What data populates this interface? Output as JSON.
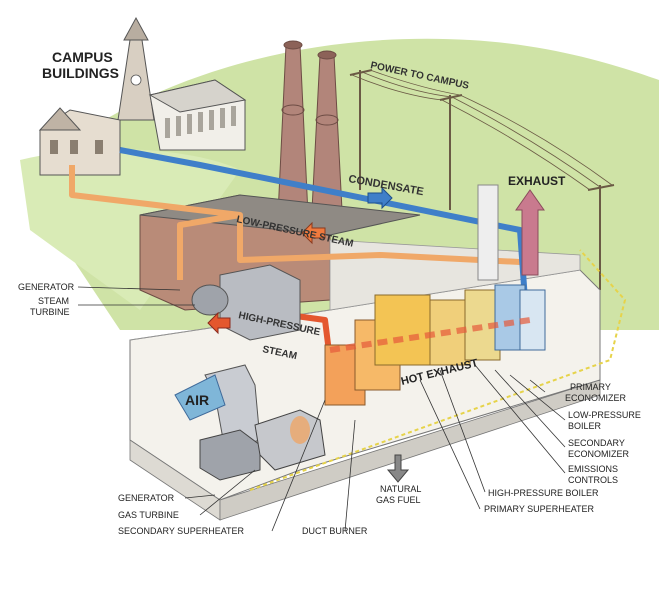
{
  "labels": {
    "campus_buildings_1": "CAMPUS",
    "campus_buildings_2": "BUILDINGS",
    "power_to_campus": "POWER TO CAMPUS",
    "condensate": "CONDENSATE",
    "exhaust": "EXHAUST",
    "low_pressure_steam": "LOW-PRESSURE STEAM",
    "generator_top": "GENERATOR",
    "steam_turbine_1": "STEAM",
    "steam_turbine_2": "TURBINE",
    "high_pressure": "HIGH-PRESSURE",
    "steam": "STEAM",
    "air": "AIR",
    "hot_exhaust": "HOT EXHAUST",
    "primary_economizer_1": "PRIMARY",
    "primary_economizer_2": "ECONOMIZER",
    "low_pressure_boiler_1": "LOW-PRESSURE",
    "low_pressure_boiler_2": "BOILER",
    "secondary_economizer_1": "SECONDARY",
    "secondary_economizer_2": "ECONOMIZER",
    "emissions_controls_1": "EMISSIONS",
    "emissions_controls_2": "CONTROLS",
    "high_pressure_boiler": "HIGH-PRESSURE BOILER",
    "primary_superheater": "PRIMARY SUPERHEATER",
    "natural_gas_1": "NATURAL",
    "natural_gas_2": "GAS FUEL",
    "generator_bottom": "GENERATOR",
    "gas_turbine": "GAS TURBINE",
    "secondary_superheater": "SECONDARY SUPERHEATER",
    "duct_burner": "DUCT BURNER"
  },
  "colors": {
    "grass": "#cfe3a6",
    "building_wall": "#f4f2ec",
    "building_roof": "#c9c7c2",
    "brick": "#b98b78",
    "chimney": "#b2857a",
    "low_pressure_pipe": "#f0a868",
    "high_pressure_pipe": "#e4572e",
    "condensate_pipe": "#3f7fc9",
    "exhaust_stack": "#c97a8e",
    "boiler_yellow": "#f3c454",
    "fence": "#e6d34a"
  }
}
